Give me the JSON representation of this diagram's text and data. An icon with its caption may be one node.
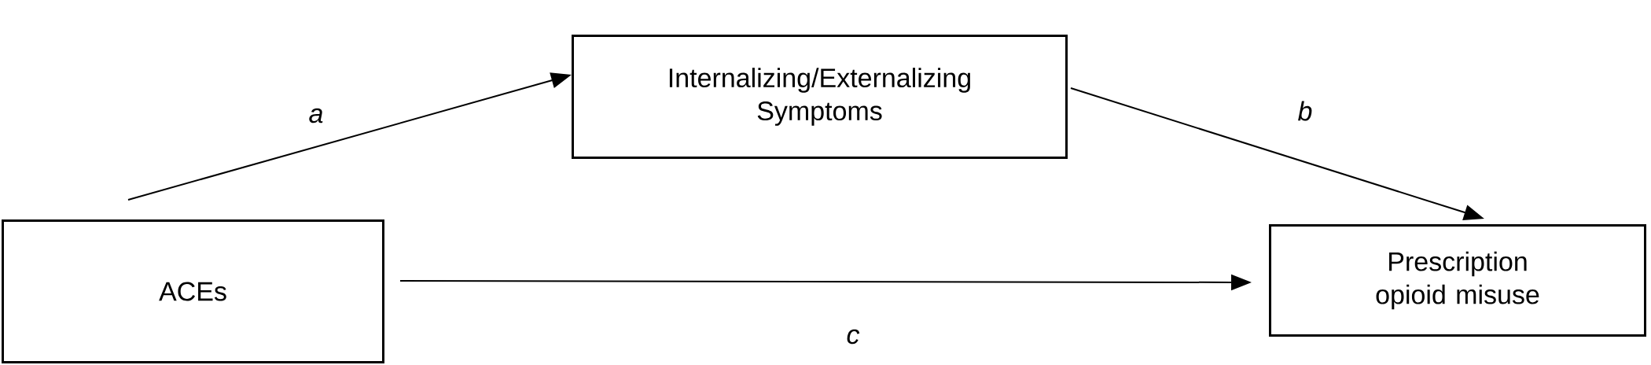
{
  "diagram": {
    "nodes": [
      {
        "text": [
          "ACEs"
        ]
      },
      {
        "text": [
          "Internalizing/Externalizing Symptoms"
        ]
      },
      {
        "text": [
          "Prescription opioid misuse"
        ]
      }
    ],
    "edges": [
      {
        "from": 0,
        "to": 1,
        "arrow": "to",
        "label": "a"
      },
      {
        "from": 1,
        "to": 2,
        "arrow": "to",
        "label": "b"
      },
      {
        "from": 0,
        "to": 2,
        "arrow": "to",
        "label": "c"
      }
    ]
  }
}
